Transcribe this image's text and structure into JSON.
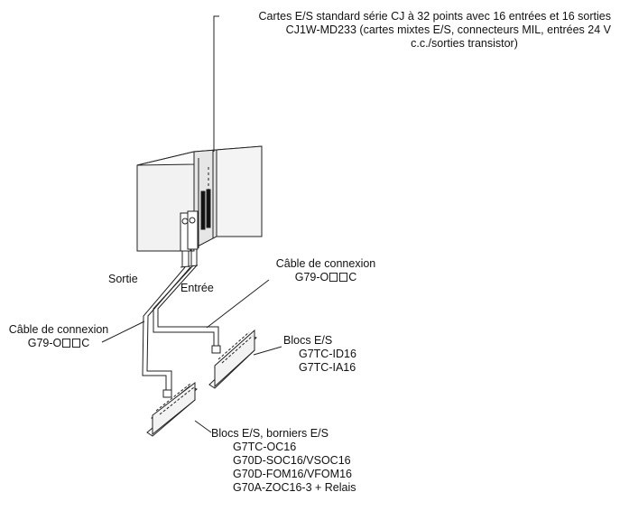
{
  "module_label": {
    "line1": "Cartes E/S standard série CJ à 32 points avec 16 entrées et 16 sorties",
    "line2": "CJ1W-MD233 (cartes mixtes E/S, connecteurs MIL, entrées 24 V",
    "line3": "c.c./sorties transistor)"
  },
  "port_labels": {
    "output": "Sortie",
    "input": "Entrée"
  },
  "cable_right": {
    "title": "Câble de connexion",
    "model_prefix": "G79-O",
    "model_suffix": "C"
  },
  "cable_left": {
    "title": "Câble de connexion",
    "model_prefix": "G79-O",
    "model_suffix": "C"
  },
  "blocks_input": {
    "title": "Blocs E/S",
    "models": [
      "G7TC-ID16",
      "G7TC-IA16"
    ]
  },
  "blocks_output": {
    "title": "Blocs E/S, borniers E/S",
    "models": [
      "G7TC-OC16",
      "G70D-SOC16/VSOC16",
      "G70D-FOM16/VFOM16",
      "G70A-ZOC16-3 + Relais"
    ]
  }
}
